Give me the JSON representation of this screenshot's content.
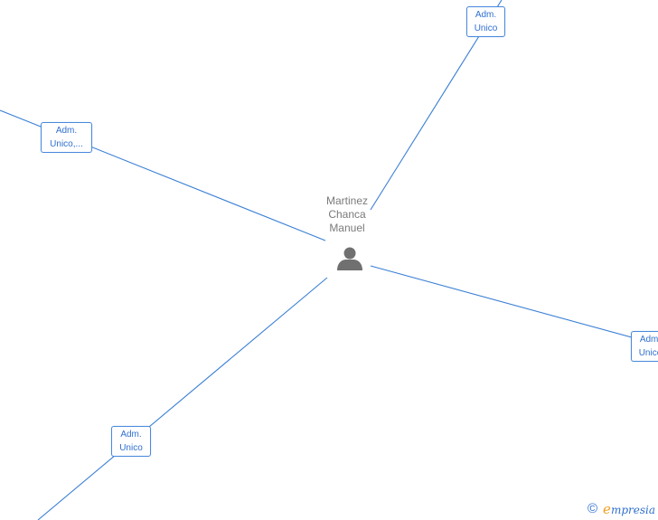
{
  "center": {
    "name_lines": [
      "Martinez",
      "Chanca",
      "Manuel"
    ],
    "icon": "person-icon"
  },
  "roles": [
    {
      "line1": "Adm.",
      "line2": "Unico"
    },
    {
      "line1": "Adm.",
      "line2": "Unico,..."
    },
    {
      "line1": "Adm.",
      "line2": "Unico"
    },
    {
      "line1": "Adm.",
      "line2": "Unico"
    }
  ],
  "watermark": {
    "symbol": "©",
    "brand_initial": "e",
    "brand_rest": "mpresia"
  },
  "colors": {
    "edge": "#3a7fd5",
    "label_border": "#4a89dc",
    "label_text": "#2f6fd0",
    "center_text": "#7a7a7a",
    "person_icon": "#707070",
    "brand_accent": "#f0a020"
  }
}
